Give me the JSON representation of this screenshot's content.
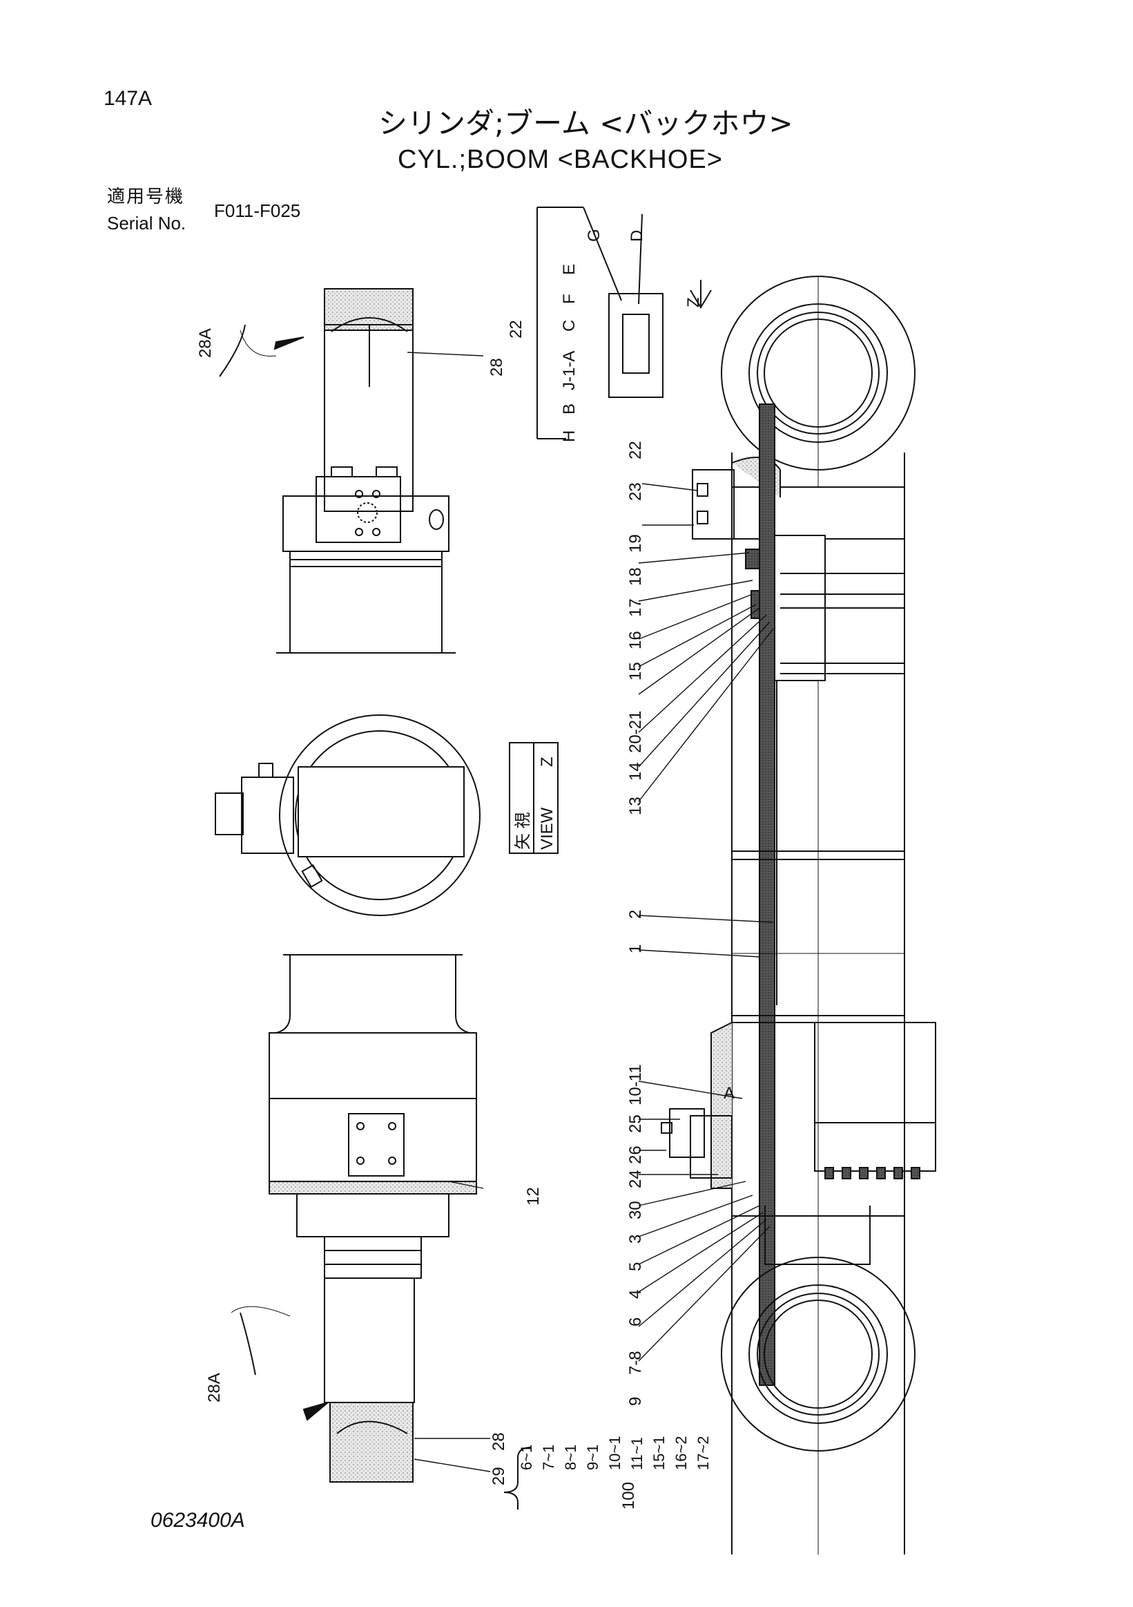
{
  "header": {
    "page_number": "147A",
    "title_jp": "シリンダ;ブーム <バックホウ>",
    "title_en": "CYL.;BOOM <BACKHOE>"
  },
  "serial": {
    "label_jp": "適用号機",
    "label_en": "Serial No.",
    "value": "F011-F025"
  },
  "view_label": {
    "jp": "矢 視",
    "en": "VIEW",
    "letter": "Z"
  },
  "view_arrow_letter": "Z",
  "callouts": {
    "c28a_top": "28A",
    "c28_top": "28",
    "c22_top": "22",
    "c22": "22",
    "c23": "23",
    "c19": "19",
    "c18": "18",
    "c17": "17",
    "c16": "16",
    "c15": "15",
    "c20_21": "20-21",
    "c14": "14",
    "c13": "13",
    "c2": "2",
    "c1": "1",
    "c10_11": "10-11",
    "c25": "25",
    "c26": "26",
    "c24": "24",
    "c30": "30",
    "c3": "3",
    "c5": "5",
    "c4": "4",
    "c6": "6",
    "c7_8": "7-8",
    "c9": "9",
    "c12": "12",
    "c28a_bottom": "28A",
    "c28_bottom": "28",
    "c29": "29",
    "c100": "100",
    "marker_A": "A"
  },
  "detail_labels": {
    "G": "G",
    "D": "D",
    "E": "E",
    "F": "F",
    "C": "C",
    "J1A": "J-1-A",
    "B": "B",
    "H": "H"
  },
  "kit_items": [
    "6~1",
    "7~1",
    "8~1",
    "9~1",
    "10~1",
    "11~1",
    "15~1",
    "16~2",
    "17~2"
  ],
  "drawing_number": "0623400A"
}
